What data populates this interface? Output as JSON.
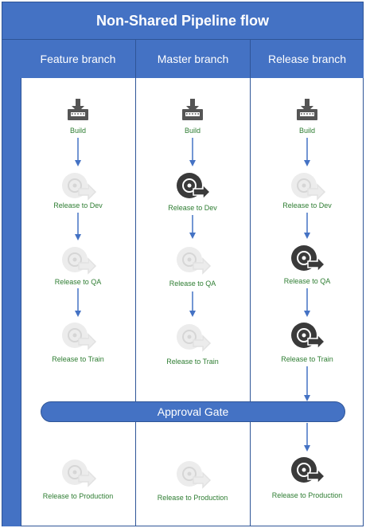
{
  "title": "Non-Shared Pipeline flow",
  "columns": [
    {
      "name": "Feature branch",
      "steps": [
        {
          "label": "Build",
          "state": "build"
        },
        {
          "label": "Release to Dev",
          "state": "inactive"
        },
        {
          "label": "Release to QA",
          "state": "inactive"
        },
        {
          "label": "Release to Train",
          "state": "inactive"
        },
        {
          "label": "Release to Production",
          "state": "inactive"
        }
      ]
    },
    {
      "name": "Master branch",
      "steps": [
        {
          "label": "Build",
          "state": "build"
        },
        {
          "label": "Release to Dev",
          "state": "active"
        },
        {
          "label": "Release to QA",
          "state": "inactive"
        },
        {
          "label": "Release to Train",
          "state": "inactive"
        },
        {
          "label": "Release to Production",
          "state": "inactive"
        }
      ]
    },
    {
      "name": "Release branch",
      "steps": [
        {
          "label": "Build",
          "state": "build"
        },
        {
          "label": "Release to Dev",
          "state": "inactive"
        },
        {
          "label": "Release to QA",
          "state": "active"
        },
        {
          "label": "Release to Train",
          "state": "active"
        },
        {
          "label": "Release to Production",
          "state": "active"
        }
      ]
    }
  ],
  "gate": "Approval Gate",
  "colors": {
    "header": "#4472C4",
    "border": "#2F5597",
    "label": "#2E7D32",
    "arrow": "#4472C4",
    "active_icon": "#3A3A3A",
    "inactive_icon": "#ECECEC",
    "build_icon": "#555555"
  }
}
